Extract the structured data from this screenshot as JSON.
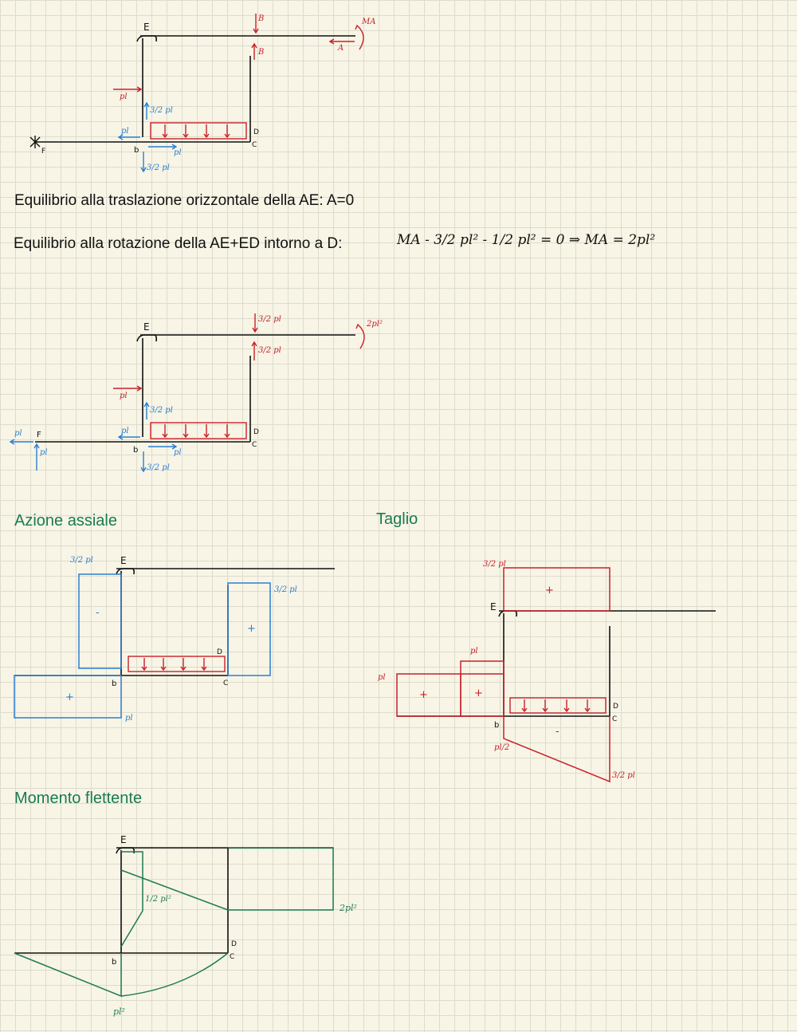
{
  "colors": {
    "black": "#111111",
    "red": "#c8202a",
    "blue": "#2b7fd0",
    "green": "#1f7a55",
    "heading_green": "#1a7a52"
  },
  "labels": {
    "E": "E",
    "F": "F",
    "D": "D",
    "C": "C",
    "b": "b",
    "A": "A",
    "B": "B",
    "MA": "MA",
    "pl": "pl",
    "three_half_pl": "3/2 pl",
    "half_pl2": "1/2 pl²",
    "pl_half": "pl/2",
    "two_pl2": "2pl²",
    "pl2": "pl²",
    "plus": "+",
    "minus": "-"
  },
  "text": {
    "eq_horizontal": "Equilibrio alla traslazione orizzontale della AE: A=0",
    "eq_rotation": "Equilibrio alla rotazione della AE+ED intorno a D:",
    "eq_formula": "MA - 3/2 pl² - 1/2 pl² = 0 ⇒ MA = 2pl²"
  },
  "headings": {
    "axial": "Azione assiale",
    "shear": "Taglio",
    "moment": "Momento flettente"
  }
}
